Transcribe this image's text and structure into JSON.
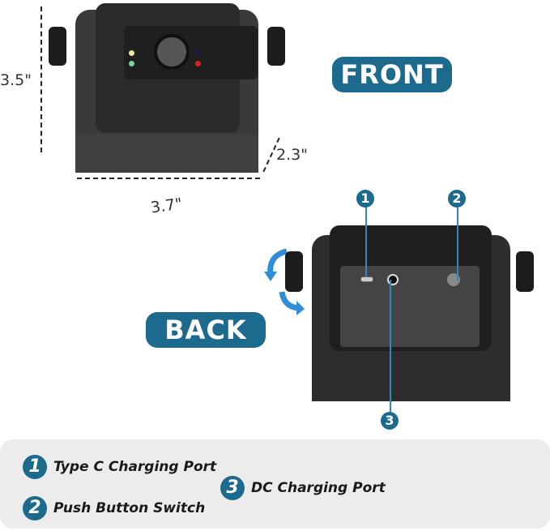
{
  "front": {
    "label": "FRONT",
    "dimensions": {
      "height": "3.5\"",
      "width": "3.7\"",
      "depth": "2.3\""
    }
  },
  "back": {
    "label": "BACK",
    "callouts": [
      "1",
      "2",
      "3"
    ]
  },
  "legend": {
    "items": [
      {
        "number": "1",
        "text": "Type C Charging Port"
      },
      {
        "number": "2",
        "text": "Push Button Switch"
      },
      {
        "number": "3",
        "text": "DC Charging Port"
      }
    ]
  },
  "colors": {
    "accent": "#1d6a8f",
    "legend_bg": "#ececec",
    "device": "#2a2a2a",
    "arrow": "#2f8fd6"
  }
}
